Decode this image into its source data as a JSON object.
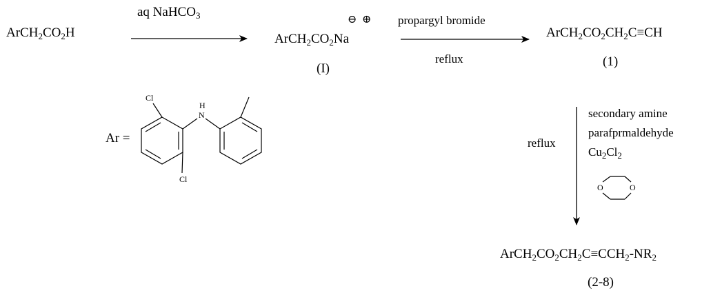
{
  "step1": {
    "reactant": {
      "prefix": "ArCH",
      "s1": "2",
      "mid": "CO",
      "s2": "2",
      "end": "H"
    },
    "reagent": {
      "prefix": "aq NaHCO",
      "s1": "3"
    }
  },
  "intermediate_I": {
    "formula": {
      "prefix": "ArCH",
      "s1": "2",
      "mid": "CO",
      "s2": "2",
      "end": "Na"
    },
    "label": "(I)",
    "charges": [
      "⊖",
      "⊕"
    ]
  },
  "step2": {
    "reagent_top": "propargyl bromide",
    "reagent_bottom": "reflux"
  },
  "product_1": {
    "formula": {
      "prefix": "ArCH",
      "s1": "2",
      "mid": "CO",
      "s2": "2",
      "mid2": "CH",
      "s3": "2",
      "end": "C≡CH"
    },
    "label": "(1)"
  },
  "ar_definition": {
    "label": "Ar =",
    "atoms": {
      "cl_top": "Cl",
      "cl_bottom": "Cl",
      "nh": "H",
      "n": "N"
    }
  },
  "step3": {
    "conditions": [
      "secondary amine",
      "parafprmaldehyde"
    ],
    "catalyst": {
      "prefix": "Cu",
      "s1": "2",
      "mid": "Cl",
      "s2": "2"
    },
    "side_label": "reflux",
    "solvent_atoms": [
      "O",
      "O"
    ]
  },
  "products_2_8": {
    "formula": {
      "p1": "ArCH",
      "s1": "2",
      "p2": "CO",
      "s2": "2",
      "p3": "CH",
      "s3": "2",
      "p4": "C≡CCH",
      "s4": "2",
      "p5": "-NR",
      "s5": "2"
    },
    "label": "(2-8)"
  }
}
